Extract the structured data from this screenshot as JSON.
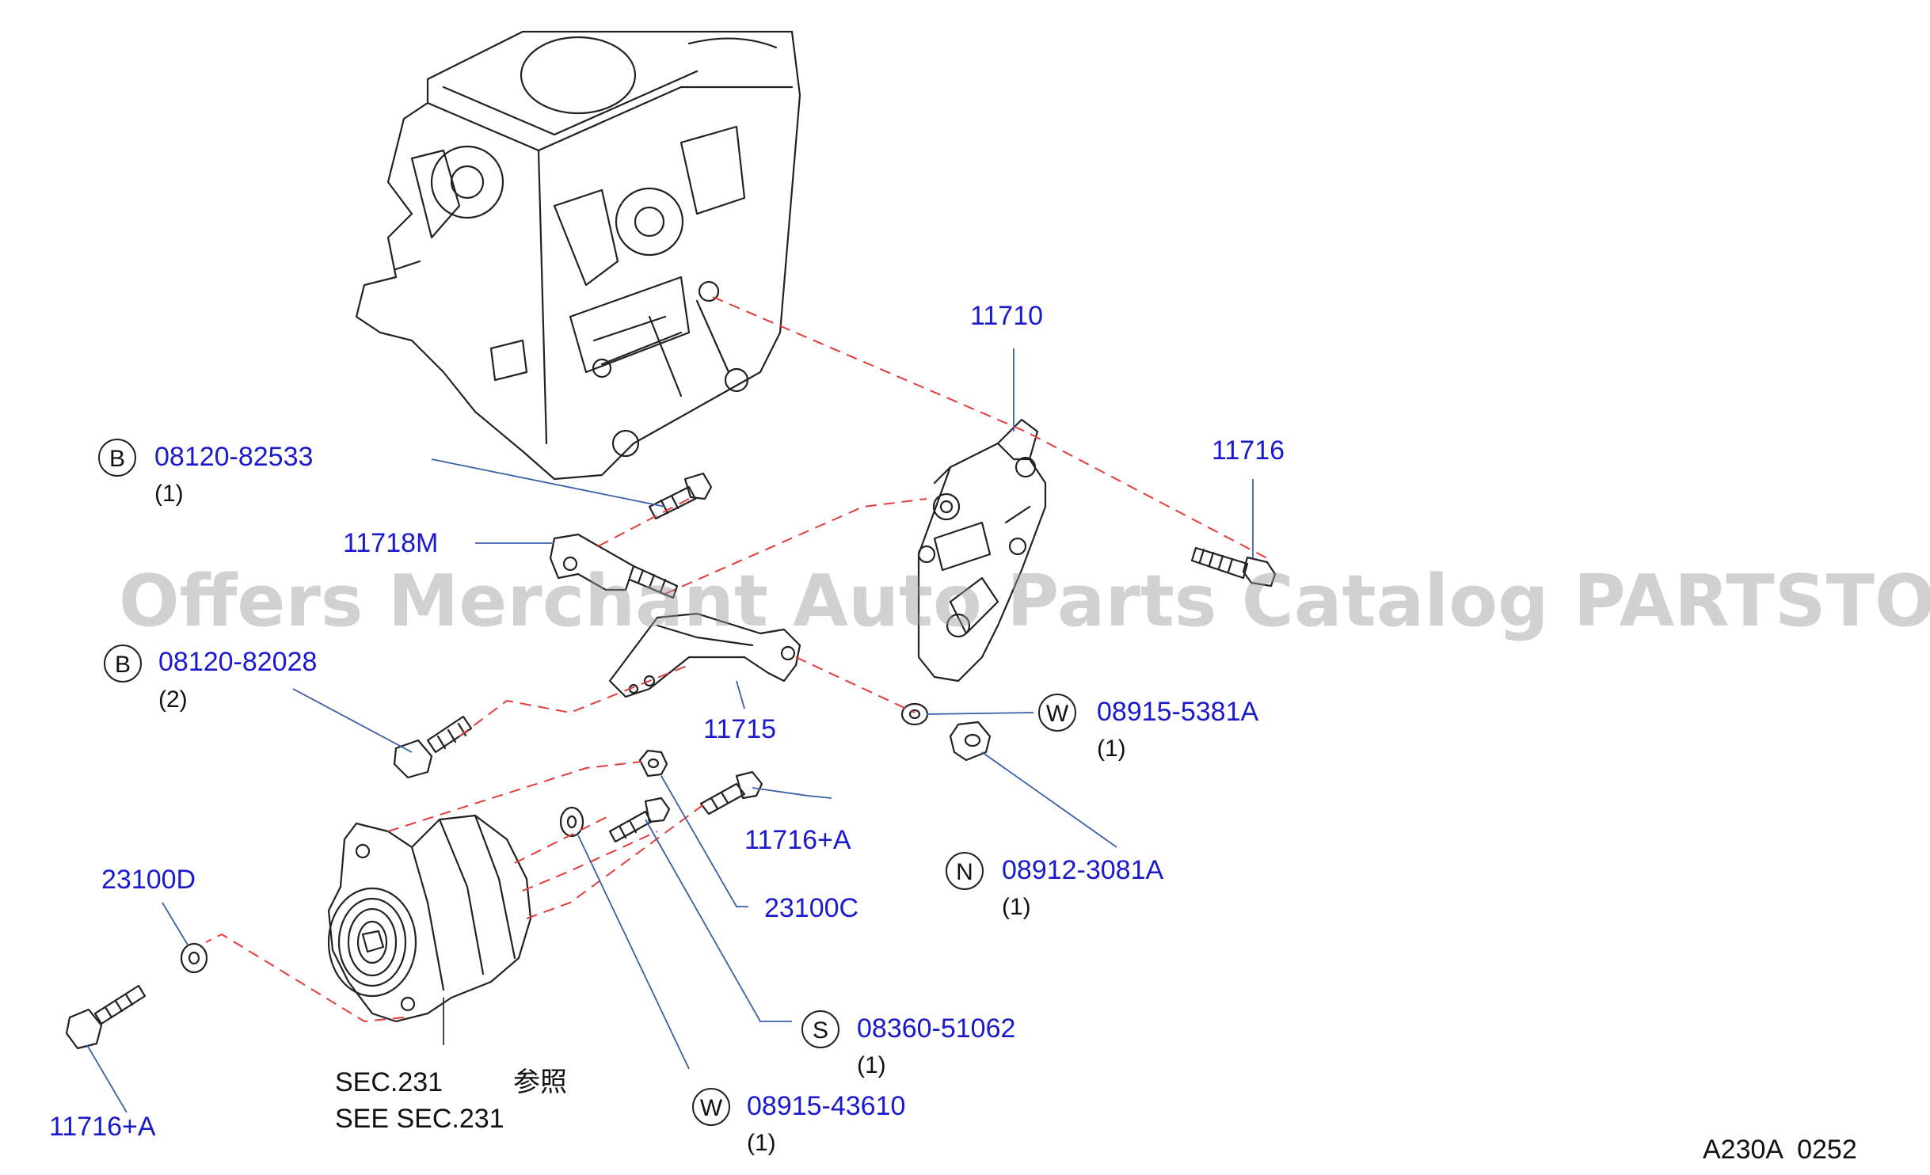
{
  "watermark": "Offers Merchant Auto Parts Catalog PARTSTORE.SA",
  "diagram_code": "A230A  0252",
  "see_ref": {
    "line1": "SEC.231",
    "jp": "参照",
    "line2": "SEE  SEC.231"
  },
  "callouts": {
    "p11710": {
      "number": "11710"
    },
    "p11716": {
      "number": "11716"
    },
    "p11718M": {
      "number": "11718M"
    },
    "p11715": {
      "number": "11715"
    },
    "p11716A_right": {
      "number": "11716+A"
    },
    "p11716A_left": {
      "number": "11716+A"
    },
    "p23100C": {
      "number": "23100C"
    },
    "p23100D": {
      "number": "23100D"
    },
    "b08120_82533": {
      "badge": "B",
      "number": "08120-82533",
      "qty": "(1)"
    },
    "b08120_82028": {
      "badge": "B",
      "number": "08120-82028",
      "qty": "(2)"
    },
    "w08915_5381A": {
      "badge": "W",
      "number": "08915-5381A",
      "qty": "(1)"
    },
    "n08912_3081A": {
      "badge": "N",
      "number": "08912-3081A",
      "qty": "(1)"
    },
    "s08360_51062": {
      "badge": "S",
      "number": "08360-51062",
      "qty": "(1)"
    },
    "w08915_43610": {
      "badge": "W",
      "number": "08915-43610",
      "qty": "(1)"
    }
  }
}
